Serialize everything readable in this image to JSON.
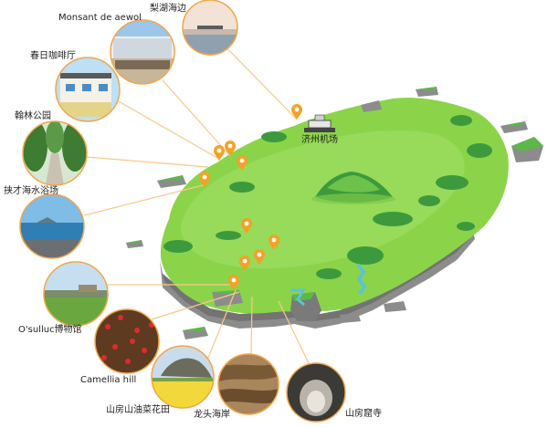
{
  "map": {
    "airport_label": "济州机场",
    "colors": {
      "land": "#8bd44a",
      "land_light": "#a6e06a",
      "cliff": "#8c8c8c",
      "cliff_dark": "#5e5e5e",
      "tree": "#3d9a3c",
      "tree_light": "#6cc24a",
      "pin": "#f2a228",
      "leader": "#f6c98a",
      "photo_ring": "#f0a64a",
      "water": "#5cc3d6"
    },
    "places": [
      {
        "id": "monsant",
        "label": "Monsant de aewol"
      },
      {
        "id": "iho-beach",
        "label": "梨湖海边"
      },
      {
        "id": "chunil-cafe",
        "label": "春日咖啡厅"
      },
      {
        "id": "hallim-park",
        "label": "翰林公园"
      },
      {
        "id": "hyeopjae-beach",
        "label": "挟才海水浴场"
      },
      {
        "id": "osulloc",
        "label": "O'sulluc博物馆"
      },
      {
        "id": "camellia-hill",
        "label": "Camellia hill"
      },
      {
        "id": "sanbang-canola",
        "label": "山房山油菜花田"
      },
      {
        "id": "yongmeori",
        "label": "龙头海岸"
      },
      {
        "id": "sanbanggulsa",
        "label": "山房窟寺"
      }
    ]
  }
}
